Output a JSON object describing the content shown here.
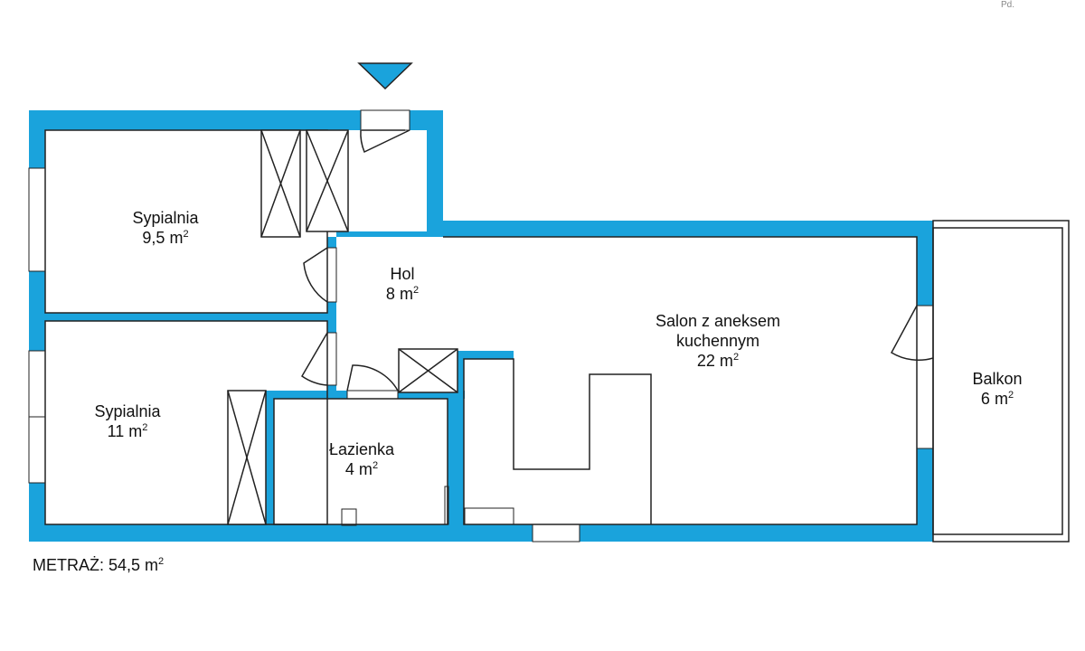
{
  "colors": {
    "wall": "#1aa3dc",
    "line": "#222222",
    "background": "#ffffff"
  },
  "compass": {
    "label": "Pd."
  },
  "rooms": [
    {
      "id": "bedroom1",
      "name": "Sypialnia",
      "area": "9,5 m",
      "sup": "2"
    },
    {
      "id": "hall",
      "name": "Hol",
      "area": "8 m",
      "sup": "2"
    },
    {
      "id": "living",
      "name": "Salon z aneksem",
      "name2": "kuchennym",
      "area": "22 m",
      "sup": "2"
    },
    {
      "id": "balcony",
      "name": "Balkon",
      "area": "6 m",
      "sup": "2"
    },
    {
      "id": "bedroom2",
      "name": "Sypialnia",
      "area": "11 m",
      "sup": "2"
    },
    {
      "id": "bathroom",
      "name": "Łazienka",
      "area": "4 m",
      "sup": "2"
    }
  ],
  "total": {
    "label": "METRAŻ: 54,5 m",
    "sup": "2"
  }
}
